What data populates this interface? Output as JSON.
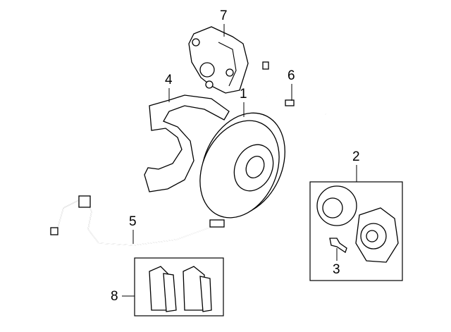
{
  "diagram": {
    "callouts": {
      "rotor": "1",
      "hub_bearing": "2",
      "hub_bolt": "3",
      "splash_shield": "4",
      "abs_sensor": "5",
      "brake_hose": "6",
      "caliper": "7",
      "brake_pads": "8"
    }
  }
}
